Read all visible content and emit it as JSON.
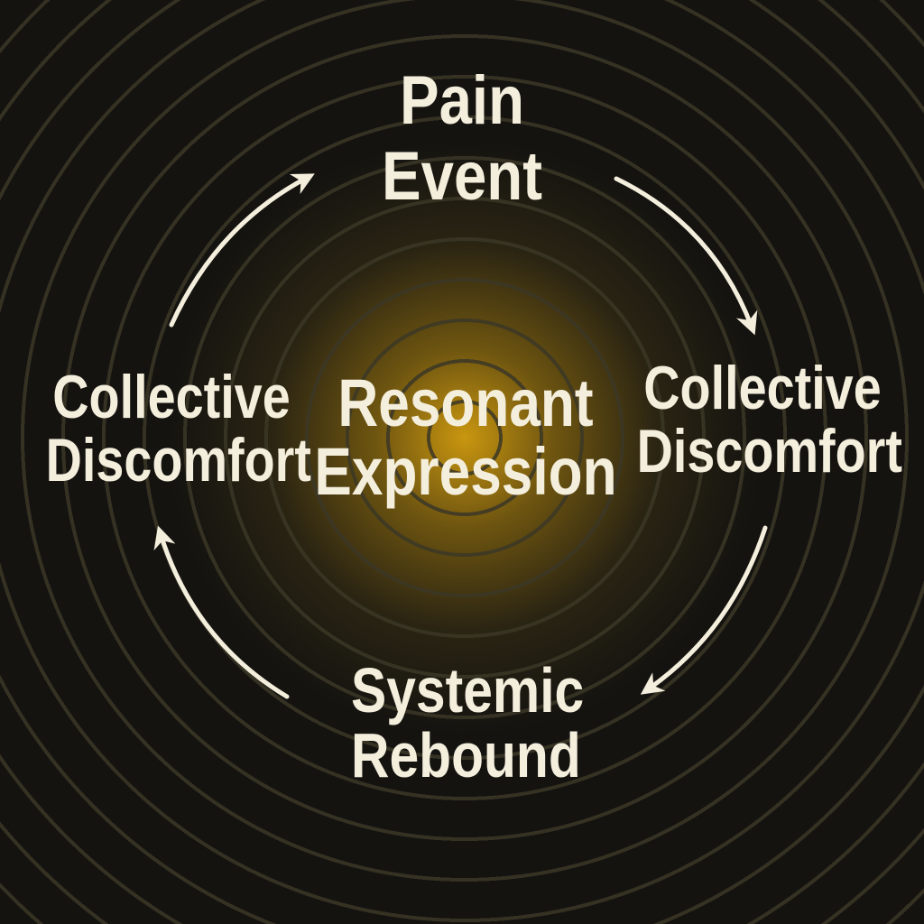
{
  "colors": {
    "background": "#141310",
    "glow": "#c9960f",
    "ring": "#3b3726",
    "text": "#f4eedc",
    "arrow": "#f4eedc"
  },
  "nodes": {
    "top": {
      "line1": "Pain",
      "line2": "Event"
    },
    "center": {
      "line1": "Resonant",
      "line2": "Expression"
    },
    "right": {
      "line1": "Collective",
      "line2": "Discomfort"
    },
    "bottom": {
      "line1": "Systemic",
      "line2": "Rebound"
    },
    "left": {
      "line1": "Collective",
      "line2": "Discomfort"
    }
  }
}
